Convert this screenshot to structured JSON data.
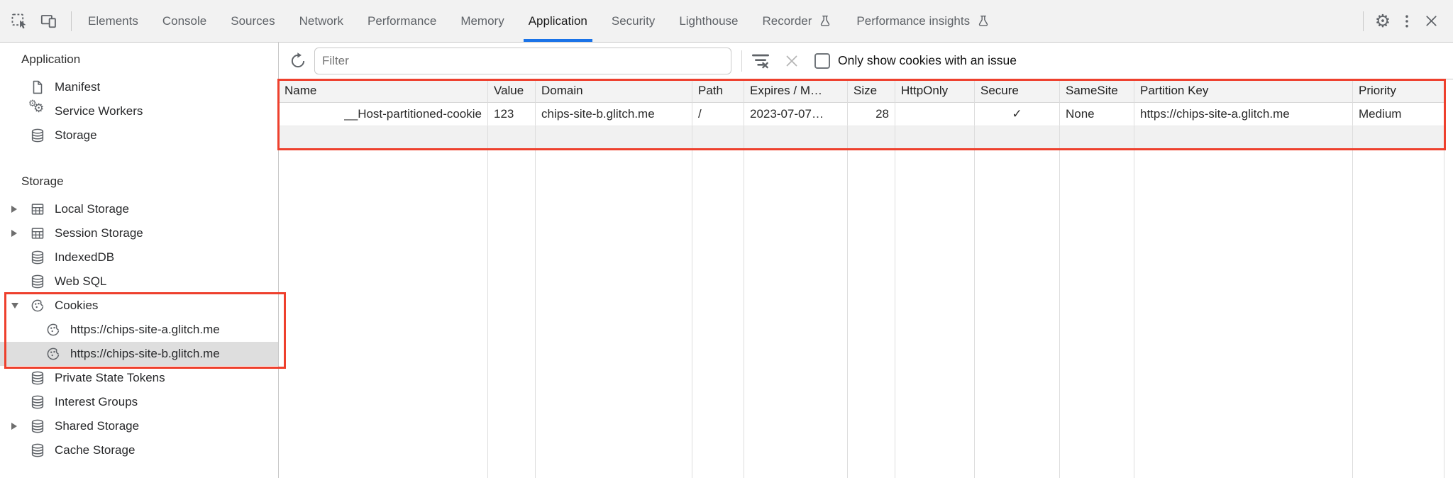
{
  "tabbar": {
    "tabs": [
      {
        "label": "Elements"
      },
      {
        "label": "Console"
      },
      {
        "label": "Sources"
      },
      {
        "label": "Network"
      },
      {
        "label": "Performance"
      },
      {
        "label": "Memory"
      },
      {
        "label": "Application",
        "active": true
      },
      {
        "label": "Security"
      },
      {
        "label": "Lighthouse"
      },
      {
        "label": "Recorder",
        "experimental": true
      },
      {
        "label": "Performance insights",
        "experimental": true
      }
    ]
  },
  "sidebar": {
    "sections": [
      {
        "title": "Application",
        "items": [
          {
            "icon": "document-icon",
            "label": "Manifest"
          },
          {
            "icon": "service-workers-icon",
            "label": "Service Workers"
          },
          {
            "icon": "database-icon",
            "label": "Storage"
          }
        ]
      },
      {
        "title": "Storage",
        "items": [
          {
            "icon": "table-icon",
            "label": "Local Storage",
            "expandable": true
          },
          {
            "icon": "table-icon",
            "label": "Session Storage",
            "expandable": true
          },
          {
            "icon": "database-icon",
            "label": "IndexedDB"
          },
          {
            "icon": "database-icon",
            "label": "Web SQL"
          },
          {
            "icon": "cookie-icon",
            "label": "Cookies",
            "expanded": true,
            "highlighted": true
          },
          {
            "icon": "cookie-icon",
            "label": "https://chips-site-a.glitch.me",
            "child": true
          },
          {
            "icon": "cookie-icon",
            "label": "https://chips-site-b.glitch.me",
            "child": true,
            "selected": true
          },
          {
            "icon": "database-icon",
            "label": "Private State Tokens"
          },
          {
            "icon": "database-icon",
            "label": "Interest Groups"
          },
          {
            "icon": "database-icon",
            "label": "Shared Storage",
            "expandable": true
          },
          {
            "icon": "database-icon",
            "label": "Cache Storage"
          }
        ]
      }
    ]
  },
  "cookies_panel": {
    "filter_placeholder": "Filter",
    "checkbox_checked": false,
    "checkbox_label": "Only show cookies with an issue",
    "table": {
      "columns": [
        "Name",
        "Value",
        "Domain",
        "Path",
        "Expires / M…",
        "Size",
        "HttpOnly",
        "Secure",
        "SameSite",
        "Partition Key",
        "Priority"
      ],
      "rows": [
        [
          "__Host-partitioned-cookie",
          "123",
          "chips-site-b.glitch.me",
          "/",
          "2023-07-07…",
          "28",
          "",
          "✓",
          "None",
          "https://chips-site-a.glitch.me",
          "Medium"
        ]
      ]
    }
  },
  "icons": {
    "inspect": "inspect-element-cursor",
    "devices": "toggle-device-toolbar",
    "flask": "experimental-feature",
    "settings": "gear",
    "more": "three-dot-menu",
    "close": "x",
    "refresh": "reload-arrow",
    "clear_filter": "filter-lines-with-x"
  },
  "colors": {
    "accent_blue": "#1a73e8",
    "annotation_red": "#ee402d",
    "selected_gray": "#dedede",
    "tabbar_bg": "#f2f2f2",
    "header_bg": "#f3f3f3"
  }
}
